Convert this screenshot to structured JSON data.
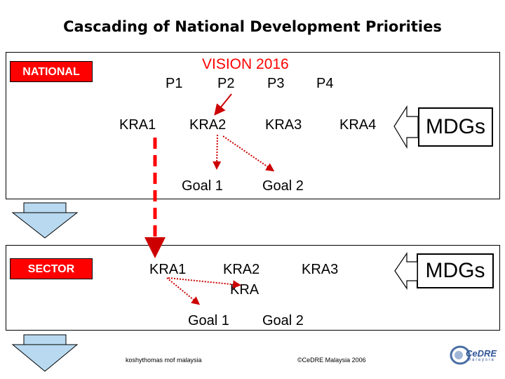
{
  "title": "Cascading of National  Development Priorities",
  "national": {
    "tag": "NATIONAL",
    "vision": "VISION 2016",
    "priorities": [
      "P1",
      "P2",
      "P3",
      "P4"
    ],
    "kras": [
      "KRA1",
      "KRA2",
      "KRA3",
      "KRA4"
    ],
    "goals": [
      "Goal 1",
      "Goal 2"
    ],
    "mdgs": "MDGs"
  },
  "sector": {
    "tag": "SECTOR",
    "kras": [
      "KRA1",
      "KRA2",
      "KRA3"
    ],
    "kra_sub": "KRA",
    "goals": [
      "Goal 1",
      "Goal 2"
    ],
    "mdgs": "MDGs"
  },
  "footer": {
    "left_credit": "koshythomas mof malaysia",
    "right_credit": "©CeDRE Malaysia 2006",
    "logo_text": "CeDRE",
    "logo_sub": "Malaysia"
  },
  "colors": {
    "accent_red": "#ff0000",
    "arrow_fill": "#b8d9f0",
    "mdg_arrow_fill": "#ffffff"
  },
  "icons": [
    "down-arrow-icon",
    "left-arrow-icon",
    "cedre-logo-icon"
  ]
}
